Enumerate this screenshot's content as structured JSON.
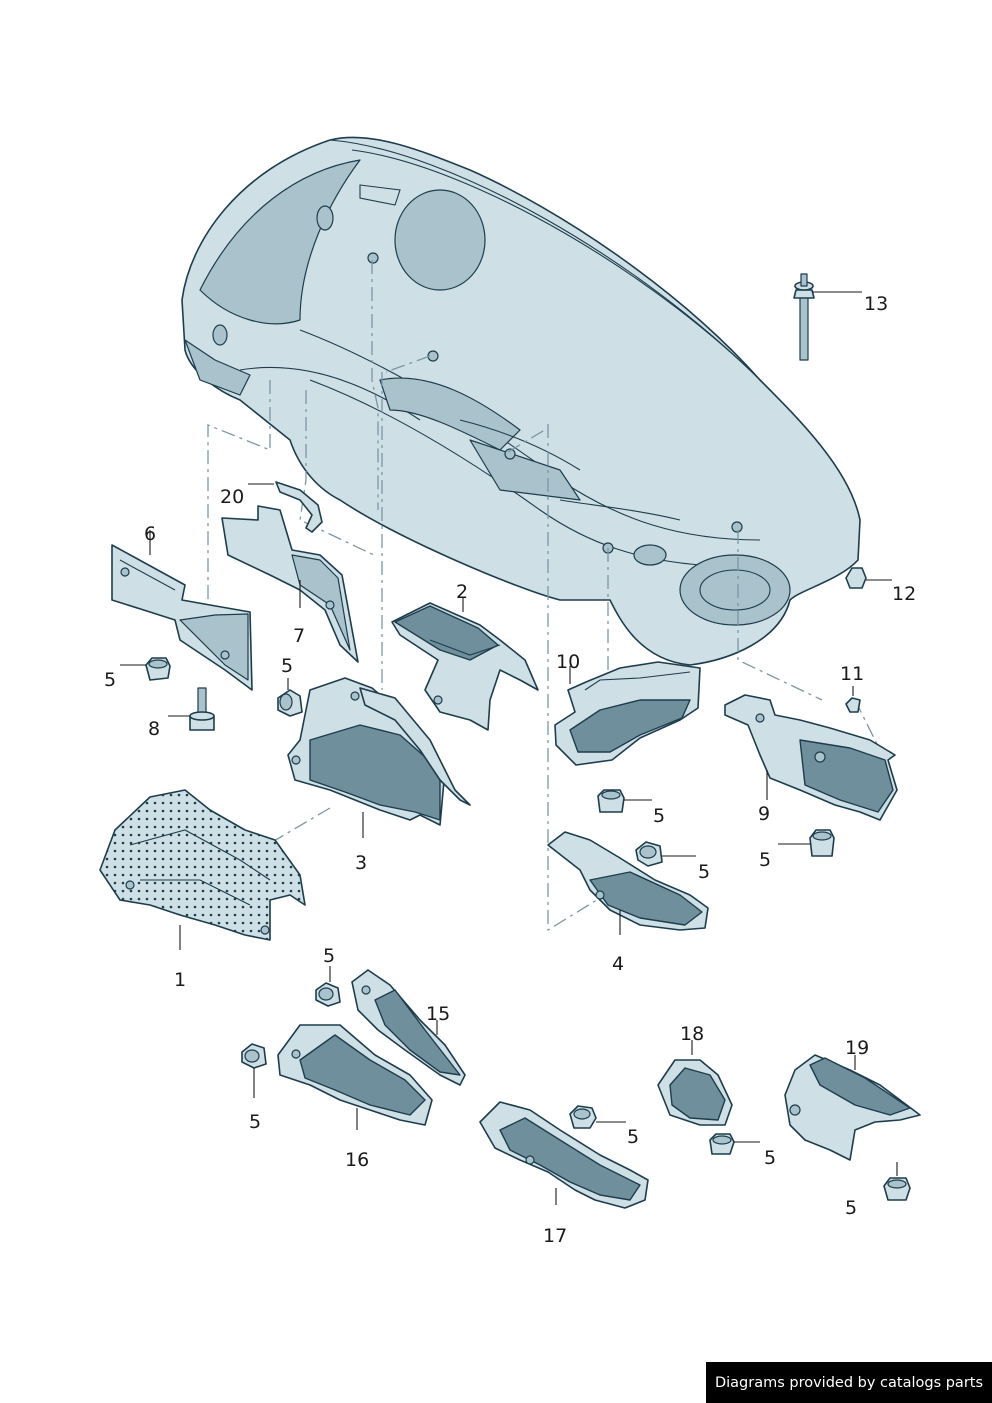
{
  "callouts": {
    "c13": "13",
    "c12": "12",
    "c11": "11",
    "c20": "20",
    "c6": "6",
    "c7": "7",
    "c2": "2",
    "c10": "10",
    "c9": "9",
    "c5a": "5",
    "c5b": "5",
    "c5c": "5",
    "c5d": "5",
    "c5e": "5",
    "c8": "8",
    "c3": "3",
    "c4": "4",
    "c1": "1",
    "c5f": "5",
    "c15": "15",
    "c5g": "5",
    "c16": "16",
    "c18": "18",
    "c19": "19",
    "c5h": "5",
    "c5i": "5",
    "c5j": "5",
    "c17": "17"
  },
  "footer": {
    "credit": "Diagrams provided by catalogs parts"
  },
  "colors": {
    "part_fill": "#cfdfe6",
    "outline": "#1d3d4c",
    "badge_bg": "#000000"
  }
}
